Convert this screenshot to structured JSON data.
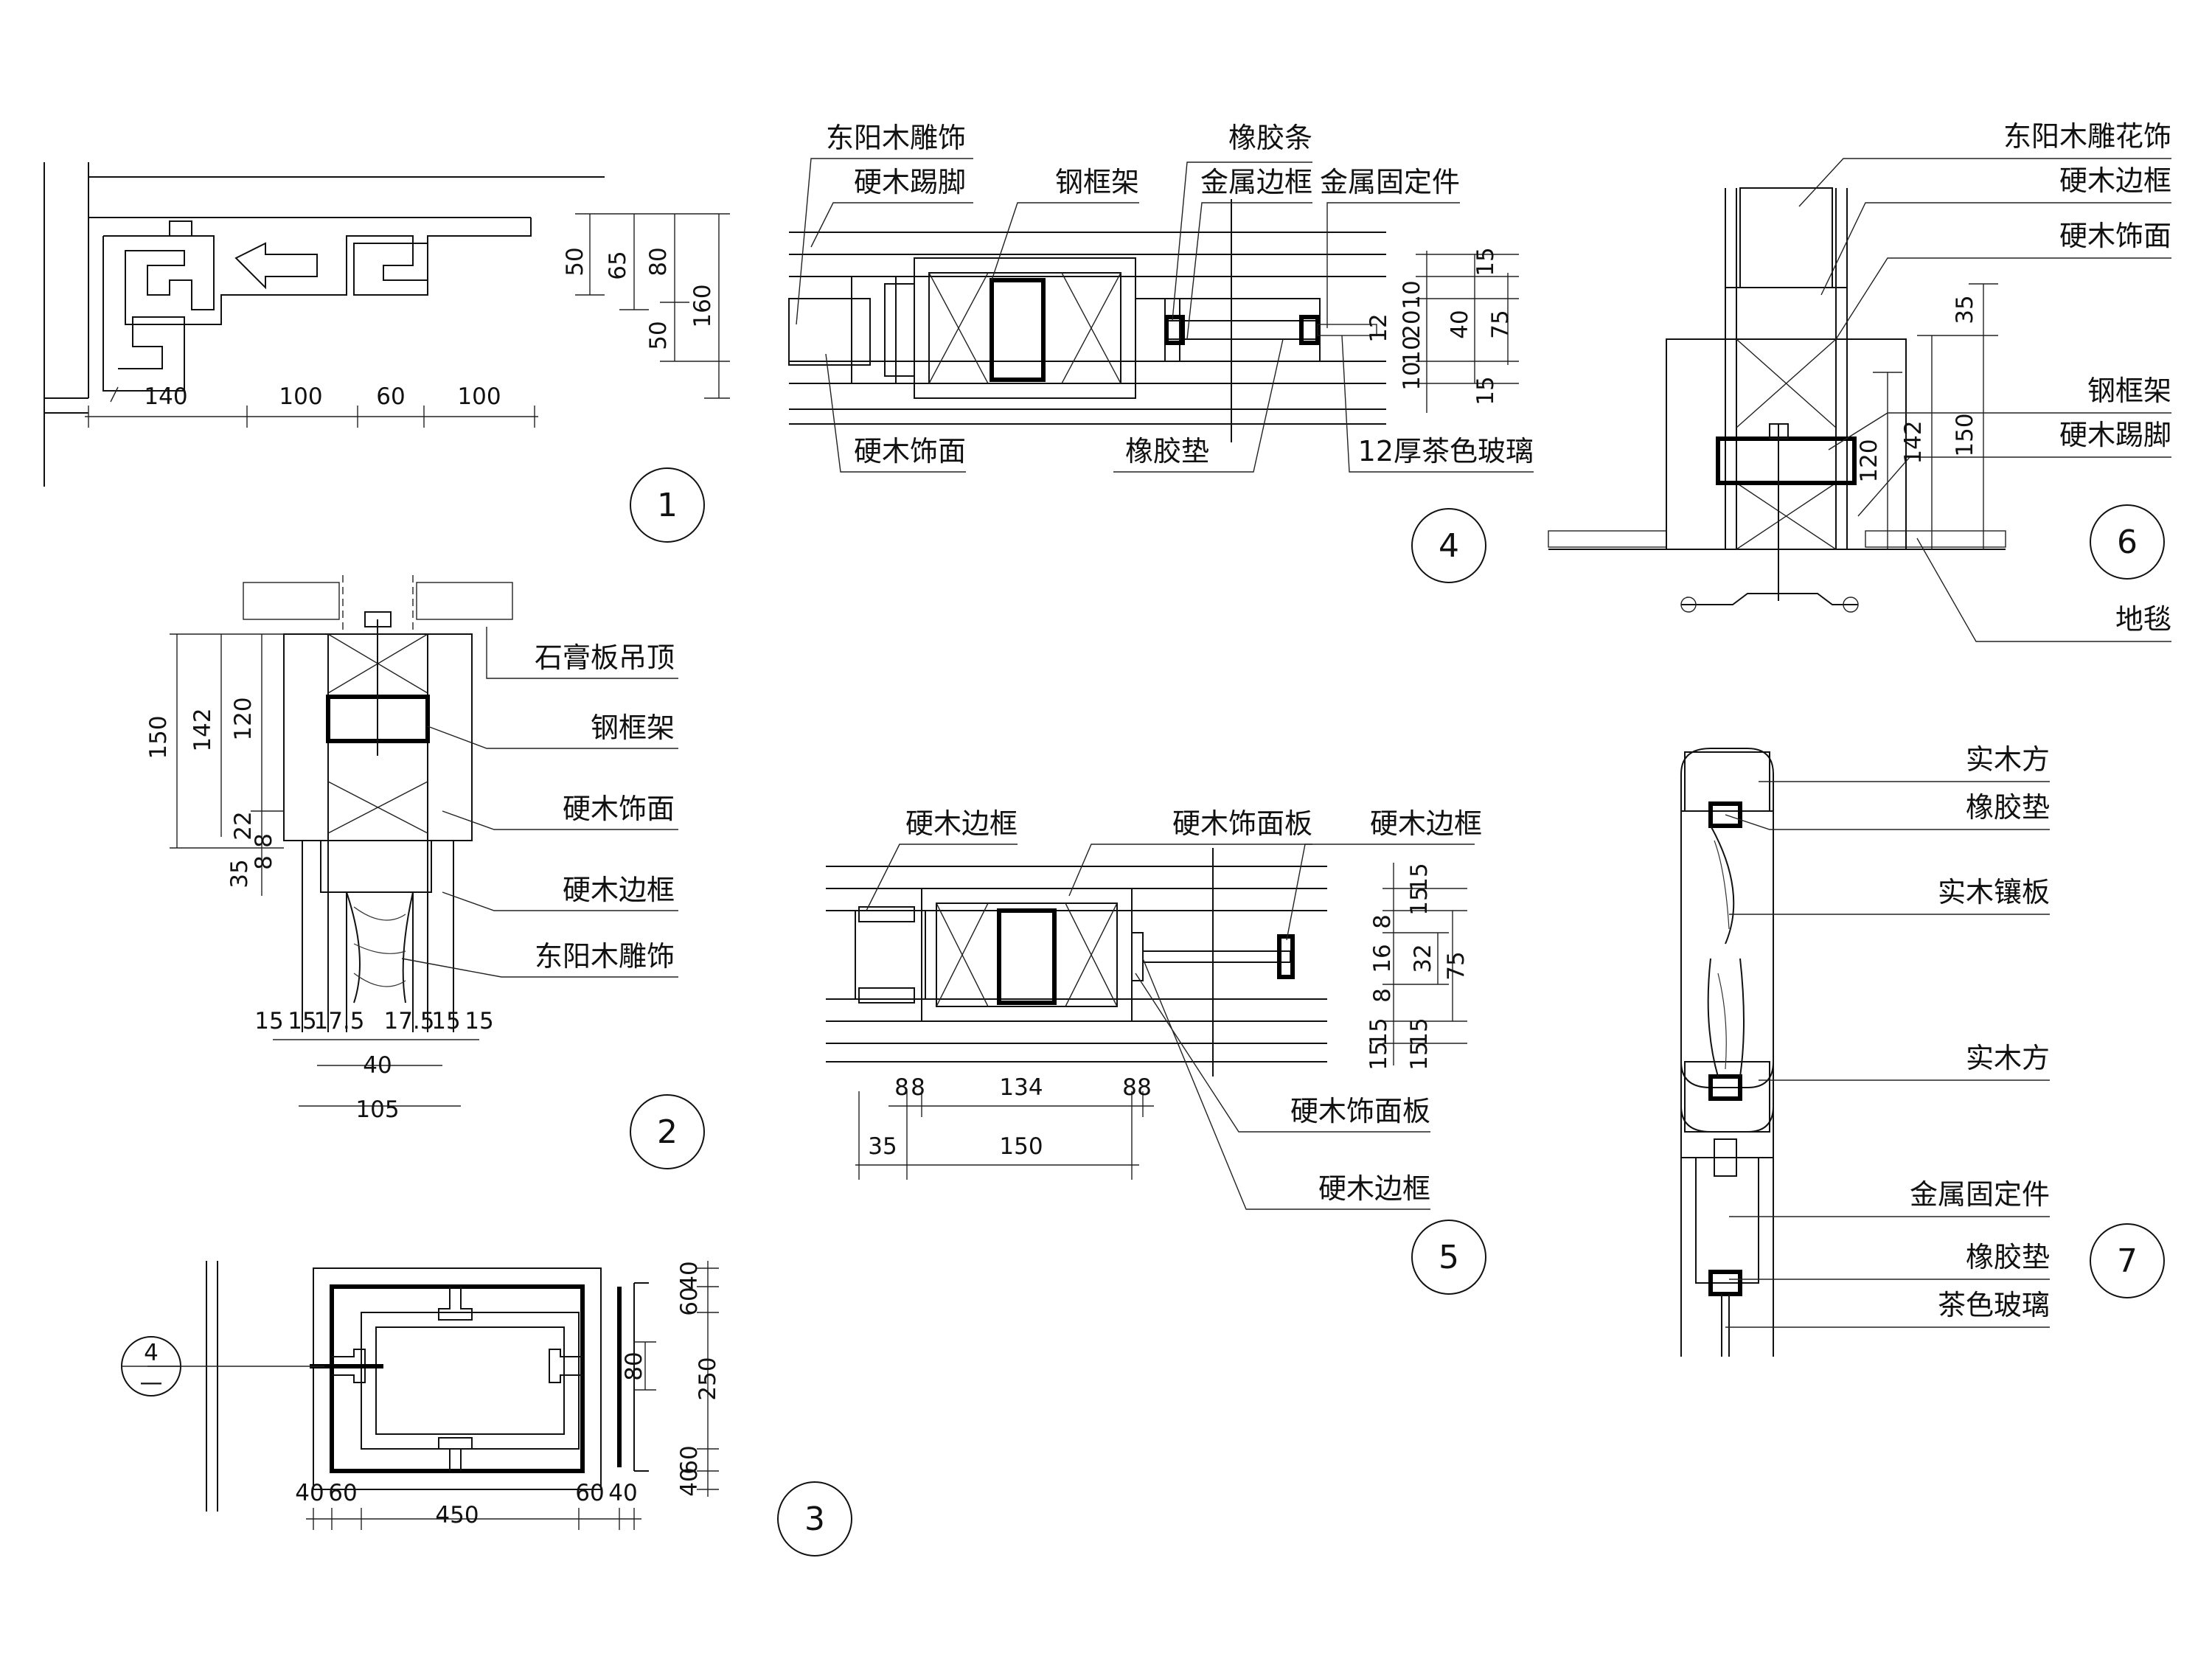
{
  "details": [
    {
      "id": "detail-1",
      "number": "1",
      "dims_horizontal": [
        "140",
        "100",
        "60",
        "100"
      ],
      "dims_vertical": [
        "50",
        "65",
        "80",
        "50",
        "160"
      ]
    },
    {
      "id": "detail-2",
      "number": "2",
      "labels": [
        "石膏板吊顶",
        "钢框架",
        "硬木饰面",
        "硬木边框",
        "东阳木雕饰"
      ],
      "dims_vertical": [
        "150",
        "142",
        "120",
        "22",
        "35",
        "8",
        "8"
      ],
      "dims_horizontal_top": [
        "15",
        "15",
        "17.5",
        "17.5",
        "15",
        "15"
      ],
      "dims_mid": "40",
      "dims_bottom": "105"
    },
    {
      "id": "detail-3",
      "number": "3",
      "ref_top": "4",
      "ref_bottom": "—",
      "dims_horizontal": [
        "40",
        "60",
        "450",
        "60",
        "40"
      ],
      "dims_vertical": [
        "40",
        "60",
        "80",
        "250",
        "60",
        "40"
      ]
    },
    {
      "id": "detail-4",
      "number": "4",
      "labels_top": [
        "东阳木雕饰",
        "硬木踢脚",
        "钢框架",
        "橡胶条",
        "金属边框",
        "金属固定件"
      ],
      "labels_bottom": [
        "硬木饰面",
        "橡胶垫",
        "12厚茶色玻璃"
      ],
      "dims_vertical": [
        "15",
        "10",
        "20",
        "10",
        "40",
        "75",
        "10",
        "15",
        "12"
      ]
    },
    {
      "id": "detail-5",
      "number": "5",
      "labels_top": [
        "硬木边框",
        "硬木饰面板",
        "硬木边框"
      ],
      "labels_bottom": [
        "硬木饰面板",
        "硬木边框"
      ],
      "dims_horizontal_1": [
        "8",
        "8",
        "134",
        "8",
        "8"
      ],
      "dims_horizontal_2": [
        "35",
        "150"
      ],
      "dims_vertical": [
        "15",
        "15",
        "8",
        "16",
        "8",
        "32",
        "75",
        "15",
        "15",
        "15",
        "15"
      ]
    },
    {
      "id": "detail-6",
      "number": "6",
      "labels": [
        "东阳木雕花饰",
        "硬木边框",
        "硬木饰面",
        "钢框架",
        "硬木踢脚",
        "地毯"
      ],
      "dims_vertical": [
        "35",
        "120",
        "142",
        "150"
      ]
    },
    {
      "id": "detail-7",
      "number": "7",
      "labels": [
        "实木方",
        "橡胶垫",
        "实木镶板",
        "实木方",
        "金属固定件",
        "橡胶垫",
        "茶色玻璃"
      ]
    }
  ]
}
